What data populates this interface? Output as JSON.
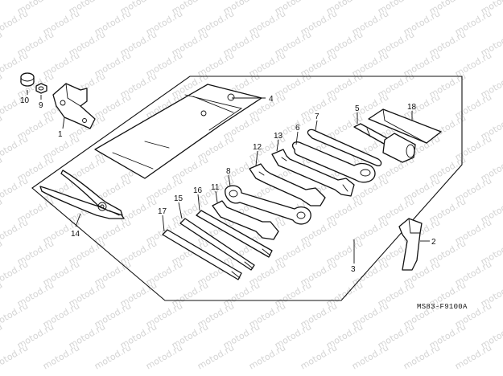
{
  "watermark": {
    "text": "motod.ru",
    "color": "#d4d4d4"
  },
  "diagram_code": "MS83-F9100A",
  "callouts": {
    "c1": "1",
    "c2": "2",
    "c3": "3",
    "c4": "4",
    "c5": "5",
    "c6": "6",
    "c7": "7",
    "c8": "8",
    "c9": "9",
    "c10": "10",
    "c11": "11",
    "c12": "12",
    "c13": "13",
    "c14": "14",
    "c15": "15",
    "c16": "16",
    "c17": "17",
    "c18": "18"
  },
  "colors": {
    "line": "#111111",
    "background": "#ffffff"
  }
}
